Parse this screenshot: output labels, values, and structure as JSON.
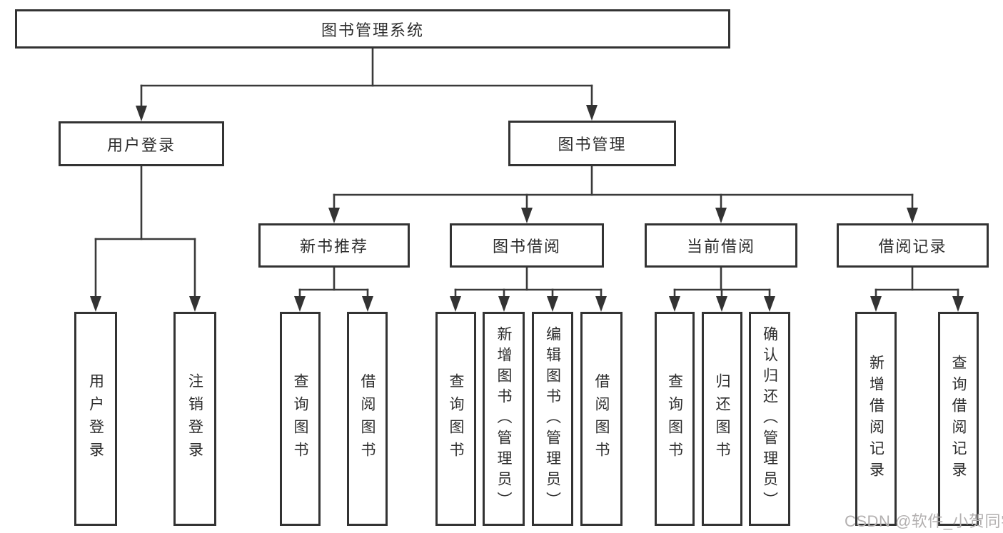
{
  "diagram": {
    "root": "图书管理系统",
    "level2": {
      "user_login": "用户登录",
      "book_mgmt": "图书管理"
    },
    "level3": {
      "new_rec": "新书推荐",
      "book_borrow": "图书借阅",
      "cur_borrow": "当前借阅",
      "borrow_rec": "借阅记录"
    },
    "leaves": {
      "user_login": "用户登录",
      "logout": "注销登录",
      "rec_query_book": "查询图书",
      "rec_borrow_book": "借阅图书",
      "bb_query_book": "查询图书",
      "bb_add_book": "新增图书（管理员）",
      "bb_edit_book": "编辑图书（管理员）",
      "bb_borrow_book": "借阅图书",
      "cb_query_book": "查询图书",
      "cb_return_book": "归还图书",
      "cb_confirm_return": "确认归还（管理员）",
      "br_add_record": "新增借阅记录",
      "br_query_record": "查询借阅记录"
    }
  },
  "watermark": "CSDN @软件_小贺同学",
  "colors": {
    "line": "#3a3a3a",
    "text": "#2d2d2d",
    "watermark": "#b3b0b0",
    "background": "#ffffff"
  }
}
